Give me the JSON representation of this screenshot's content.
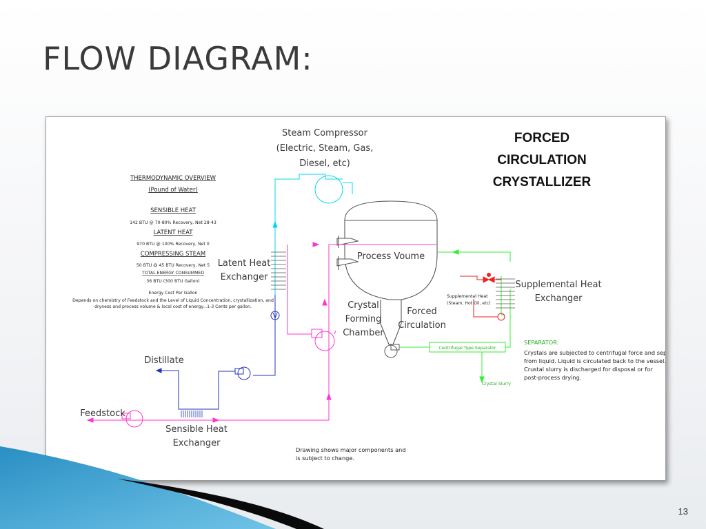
{
  "slide": {
    "title": "FLOW DIAGRAM:",
    "page_number": "13"
  },
  "diagram": {
    "heading": [
      "FORCED",
      "CIRCULATION",
      "CRYSTALLIZER"
    ],
    "steam_compressor": [
      "Steam Compressor",
      "(Electric, Steam, Gas,",
      "Diesel, etc)"
    ],
    "latent_heat_exchanger": [
      "Latent Heat",
      "Exchanger"
    ],
    "process_volume": "Process Voume",
    "crystal_forming_chamber": [
      "Crystal",
      "Forming",
      "Chamber"
    ],
    "forced_circulation": [
      "Forced",
      "Circulation"
    ],
    "supplemental_heat": [
      "Supplemental Heat",
      "(Steam, Hot Oil, etc)"
    ],
    "supplemental_heat_exchanger": [
      "Supplemental Heat",
      "Exchanger"
    ],
    "distillate": "Distillate",
    "feedstock": "Feedstock",
    "sensible_heat_exchanger": [
      "Sensible Heat",
      "Exchanger"
    ],
    "centrifugal_separator": "Centrifugal Type Separator",
    "crystal_slurry": "Crystal Slurry",
    "separator_note": {
      "heading": "SEPARATOR:",
      "lines": [
        "Crystals are subjected to centrifugal force and separated",
        "from liquid.  Liquid is circulated back to the vessel.",
        "Crustal slurry is discharged for disposal or for",
        "post-process drying."
      ]
    },
    "drawing_note": [
      "Drawing shows major components and",
      "is subject to change."
    ],
    "thermo": {
      "title": "THERMODYNAMIC OVERVIEW",
      "subtitle": "(Pound of Water)",
      "sensible_heat": "SENSIBLE HEAT",
      "sensible_detail": "142 BTU @ 70-80% Recovery, Net 28-43",
      "latent_heat": "LATENT HEAT",
      "latent_detail": "970 BTU @ 100% Recovery, Net 0",
      "compressing_steam": "COMPRESSING STEAM",
      "compressing_detail": "50 BTU @ 45 BTU Recovery, Net 5",
      "total": "TOTAL ENERGY CONSUMMED",
      "total_detail": "36 BTU (300 BTU Gallon)",
      "cost_title": "Energy Cost Per Gallon",
      "cost_lines": [
        "Depends on chemistry of Feedstock and the Level of Liquid Concentration, crystallization, and",
        "dryness and process volume & local cost of energy...1-3 Cents per gallon."
      ]
    },
    "colors": {
      "steam": "#00d8e8",
      "process": "#ff33cc",
      "distillate": "#2233bb",
      "separator": "#33ee33",
      "vessel": "#555555",
      "valve": "#ee2222"
    }
  }
}
